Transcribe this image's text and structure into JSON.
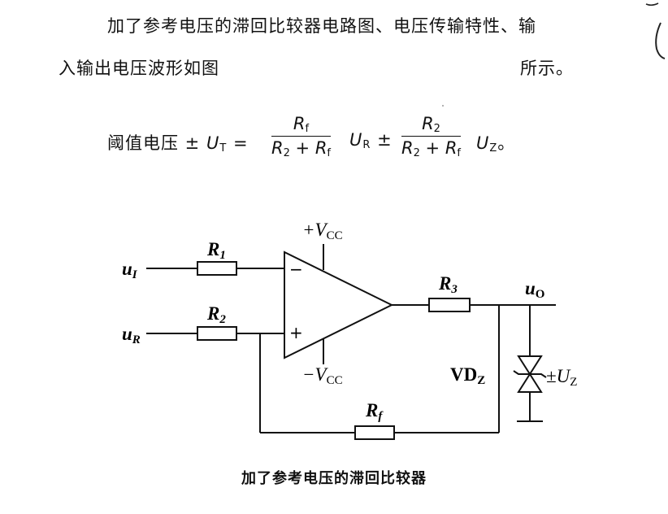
{
  "paragraph": {
    "line1": "加了参考电压的滞回比较器电路图、电压传输特性、输",
    "line2_start": "入输出电压波形如图",
    "line2_end": "所示。"
  },
  "formula": {
    "label": "阈值电压 ±",
    "ut": "U",
    "ut_sub": "T",
    "eq": "=",
    "frac1_num": "R",
    "frac1_num_sub": "f",
    "frac1_den_a": "R",
    "frac1_den_a_sub": "2",
    "frac1_den_plus": " + ",
    "frac1_den_b": "R",
    "frac1_den_b_sub": "f",
    "ur": "U",
    "ur_sub": "R",
    "pm": "±",
    "frac2_num": "R",
    "frac2_num_sub": "2",
    "uz": "U",
    "uz_sub": "Z",
    "end": "。"
  },
  "circuit": {
    "input_ui": "u",
    "input_ui_sub": "I",
    "input_ur": "u",
    "input_ur_sub": "R",
    "r1": "R",
    "r1_sub": "1",
    "r2": "R",
    "r2_sub": "2",
    "r3": "R",
    "r3_sub": "3",
    "rf": "R",
    "rf_sub": "f",
    "vcc_pos": "+V",
    "vcc_pos_sub": "CC",
    "vcc_neg": "−V",
    "vcc_neg_sub": "CC",
    "minus_sign": "−",
    "plus_sign": "+",
    "output_uo": "u",
    "output_uo_sub": "O",
    "vdz": "VD",
    "vdz_sub": "Z",
    "pm_uz": "±U",
    "pm_uz_sub": "Z"
  },
  "caption": "加了参考电压的滞回比较器"
}
